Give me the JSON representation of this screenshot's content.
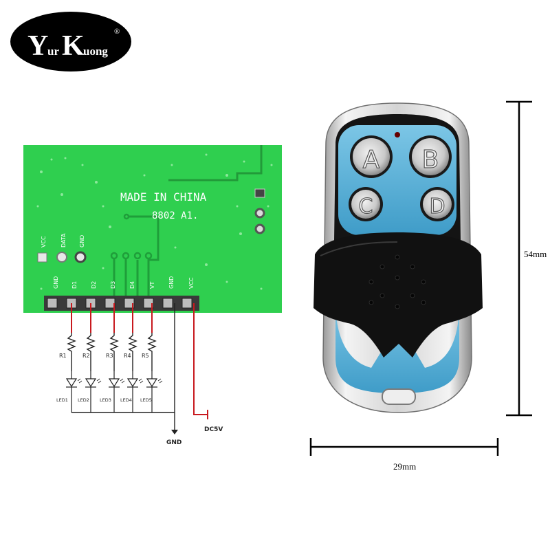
{
  "logo": {
    "y": "Y",
    "ur": "ur",
    "k": "K",
    "uong": "uong",
    "reg": "®"
  },
  "pcb": {
    "made_in": "MADE IN CHINA",
    "model": "8802 A1.",
    "top_pins": [
      "VCC",
      "DATA",
      "GND"
    ],
    "header_pins": [
      "GND",
      "D1",
      "D2",
      "D3",
      "D4",
      "VT",
      "GND",
      "VCC"
    ]
  },
  "circuit": {
    "resistors": [
      "R1",
      "R2",
      "R3",
      "R4",
      "R5"
    ],
    "leds": [
      "LED1",
      "LED2",
      "LED3",
      "LED4",
      "LED5"
    ],
    "gnd_label": "GND",
    "power_label": "DC5V"
  },
  "remote": {
    "buttons": [
      "A",
      "B",
      "C",
      "D"
    ]
  },
  "dimensions": {
    "height": "54mm",
    "width": "29mm"
  },
  "colors": {
    "pcb": "#2fcf4f",
    "wire": "#c8191e",
    "remote_accent": "#58b4dc",
    "logo_bg": "#000000"
  }
}
